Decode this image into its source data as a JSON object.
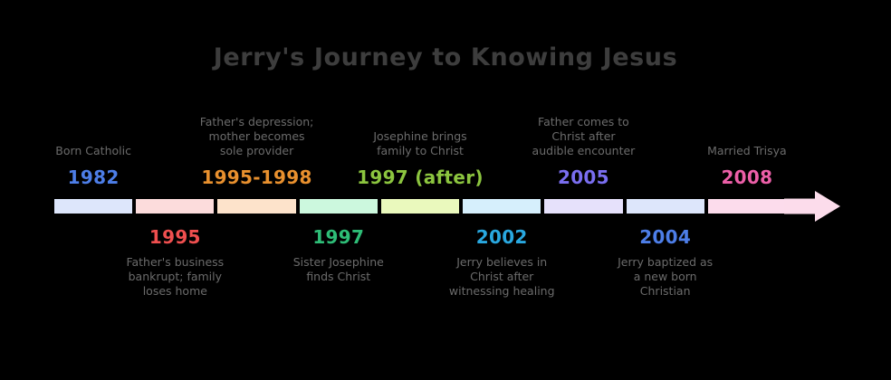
{
  "title": "Jerry's Journey to Knowing Jesus",
  "background_color": "#000000",
  "title_color": "#3d3d3d",
  "description_color": "#6b6b6b",
  "arrow": {
    "direction": "right",
    "head_color": "#fcdceb"
  },
  "chart_data": {
    "type": "timeline",
    "title": "Jerry's Journey to Knowing Jesus",
    "orientation": "horizontal",
    "axis_direction": "left-to-right",
    "events": [
      {
        "year": "1982",
        "year_color": "#4d7ee8",
        "description": "Born Catholic",
        "position": "above",
        "segment_color": "#dde6fb"
      },
      {
        "year": "1995",
        "year_color": "#ef4f4f",
        "description": "Father's business\nbankrupt; family\nloses home",
        "position": "below",
        "segment_color": "#fcdcdc"
      },
      {
        "year": "1995-1998",
        "year_color": "#e8902e",
        "description": "Father's depression;\nmother becomes\nsole provider",
        "position": "above",
        "segment_color": "#fde3cb"
      },
      {
        "year": "1997",
        "year_color": "#2ebd77",
        "description": "Sister Josephine\nfinds Christ",
        "position": "below",
        "segment_color": "#ccf8de"
      },
      {
        "year": "1997 (after)",
        "year_color": "#8cc53f",
        "description": "Josephine brings\nfamily to Christ",
        "position": "above",
        "segment_color": "#eaf9bd"
      },
      {
        "year": "2002",
        "year_color": "#29a8e0",
        "description": "Jerry believes in\nChrist after\nwitnessing healing",
        "position": "below",
        "segment_color": "#d6effc"
      },
      {
        "year": "2005",
        "year_color": "#7a6ef0",
        "description": "Father comes to\nChrist after\naudible encounter",
        "position": "above",
        "segment_color": "#e6e1fb"
      },
      {
        "year": "2004",
        "year_color": "#4d7ee8",
        "description": "Jerry baptized as\na new born\nChristian",
        "position": "below",
        "segment_color": "#dde6fb"
      },
      {
        "year": "2008",
        "year_color": "#ec5fa8",
        "description": "Married Trisya",
        "position": "above",
        "segment_color": "#fcdcec"
      }
    ]
  }
}
